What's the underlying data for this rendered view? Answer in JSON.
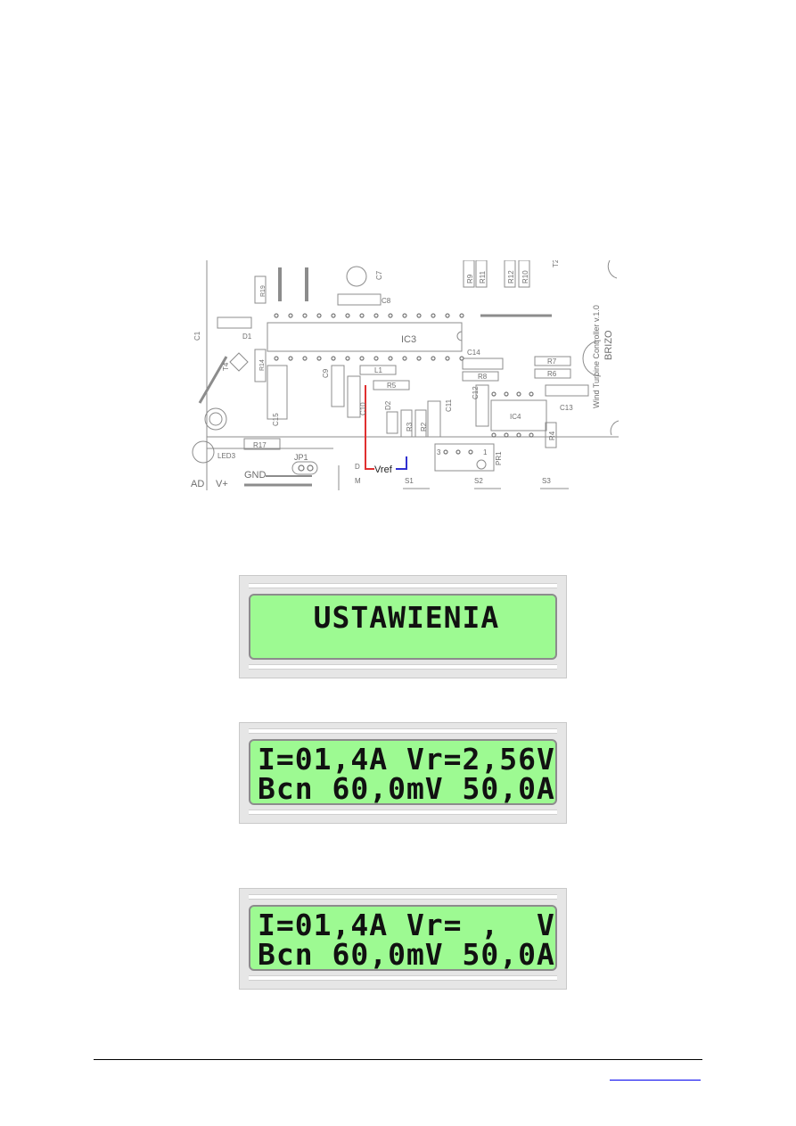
{
  "pcb": {
    "labels": {
      "r19": "R19",
      "c1": "C1",
      "d1": "D1",
      "c7": "C7",
      "c8": "C8",
      "r9": "R9",
      "r11": "R11",
      "r12": "R12",
      "r10": "R10",
      "t": "T2",
      "ic3": "IC3",
      "title1": "Wind Turbine Controller v.1.0",
      "title2": "BRIZO",
      "r14": "R14",
      "t4": "T4",
      "c15": "C15",
      "c9": "C9",
      "l1": "L1",
      "r5": "R5",
      "c10": "C10",
      "c14": "C14",
      "r8": "R8",
      "r7": "R7",
      "r6": "R6",
      "c12": "C12",
      "ic4": "IC4",
      "c13": "C13",
      "d2": "D2",
      "r3": "R3",
      "r2": "R2",
      "c11": "C11",
      "r4": "R4",
      "r17": "R17",
      "led3": "LED3",
      "jp1": "JP1",
      "gnd": "GND",
      "ad": "AD",
      "vplus": "V+",
      "d": "D",
      "m": "M",
      "vref": "Vref",
      "pr1": "PR1",
      "s1": "S1",
      "s2": "S2",
      "s3": "S3",
      "n3": "3",
      "n1": "1"
    },
    "wire_colors": {
      "vref_red": "#e03030",
      "vref_blue": "#3030d0",
      "traces": "#8c8c8c"
    }
  },
  "lcd": [
    {
      "lines": [
        "   USTAWIENIA",
        ""
      ]
    },
    {
      "lines": [
        "I=01,4A Vr=2,56V",
        "Bcn 60,0mV 50,0A"
      ]
    },
    {
      "lines": [
        "I=01,4A Vr= ,  V",
        "Bcn 60,0mV 50,0A"
      ]
    }
  ],
  "colors": {
    "lcd_background": "#9dfa92",
    "frame": "#e6e6e6"
  }
}
